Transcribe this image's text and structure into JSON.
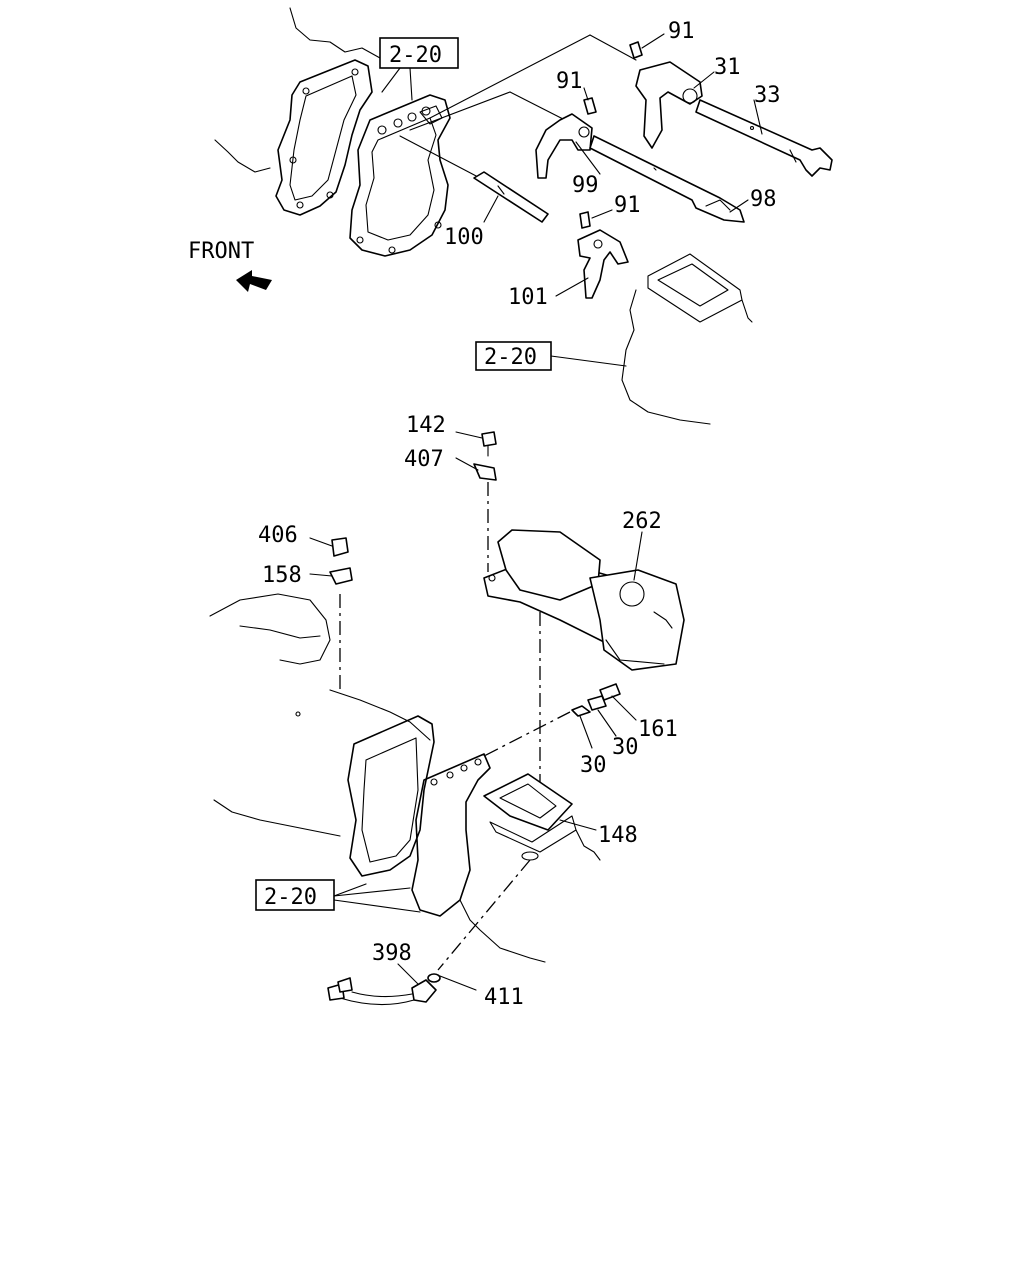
{
  "front_label": "FRONT",
  "ref_label": "2-20",
  "callouts": {
    "c91a": "91",
    "c31": "31",
    "c33": "33",
    "c91b": "91",
    "c99": "99",
    "c98": "98",
    "c91c": "91",
    "c100": "100",
    "c101": "101",
    "c142": "142",
    "c407": "407",
    "c262": "262",
    "c406": "406",
    "c158": "158",
    "c161": "161",
    "c30a": "30",
    "c30b": "30",
    "c148": "148",
    "c398": "398",
    "c411": "411"
  }
}
